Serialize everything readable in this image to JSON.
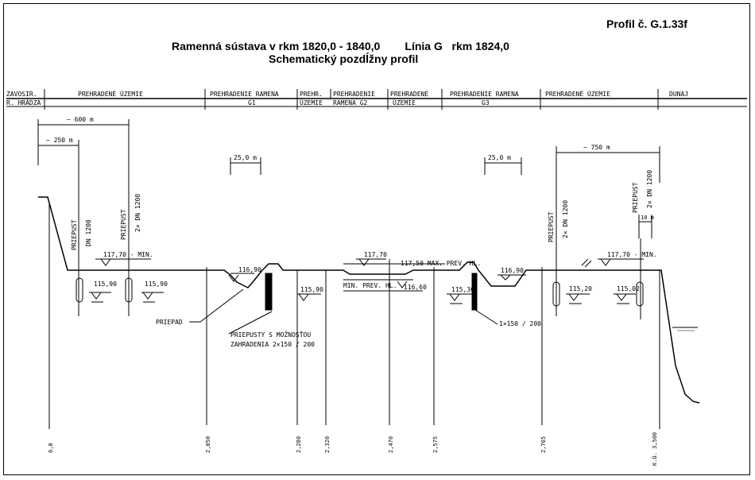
{
  "header": {
    "profile_id": "Profil č. G.1.33f",
    "title_line1": "Ramenná sústava v rkm 1820,0 - 1840,0        Línia G   rkm 1824,0",
    "title_line2": "Schematický pozdĺžny profil"
  },
  "band": {
    "top": [
      "ZAVOSIR.",
      "PREHRADENÉ ÚZEMIE",
      "PREHRADENIE RAMENA",
      "PREHR.",
      "PREHRADENIE",
      "PREHRADENÉ",
      "PREHRADENIE RAMENA",
      "PREHRADENÉ ÚZEMIE",
      "DUNAJ"
    ],
    "bottom": [
      "R. HRÁDZA",
      "G1",
      "ÚZEMIE",
      "RAMENA G2",
      "ÚZEMIE",
      "G3"
    ]
  },
  "dims": {
    "d600": "~ 600 m",
    "d250": "~ 250 m",
    "d25a": "25,0 m",
    "d25b": "25,0 m",
    "d750": "~ 750 m",
    "d10": "10 m"
  },
  "culverts": {
    "p1a": "PRIEPUST",
    "p1b": "DN 1200",
    "p2a": "PRIEPUST",
    "p2b": "2× DN 1200",
    "p3a": "PRIEPUST",
    "p3b": "2× DN 1200",
    "p4a": "PRIEPUST",
    "p4b": "2× DN 1200"
  },
  "levels": {
    "l1": "117,70 - MIN.",
    "l2": "115,90",
    "l3": "115,90",
    "l4": "116,90",
    "l5": "115,90",
    "l6": "117,70",
    "l7": "117,50 MAX. PREV. HL.",
    "l8": "MIN. PREV. HL.",
    "l9": "116,60",
    "l10": "116,90",
    "l11": "115,30",
    "l12": "115,20",
    "l13": "115,02",
    "l14": "117,70 - MIN."
  },
  "notes": {
    "priepad": "PRIEPAD",
    "priepusty1": "PRIEPUSTY S MOŽNOSŤOU",
    "priepusty2": "ZAHRADENIA 2×150 / 200",
    "pipe": "1×150 / 200"
  },
  "stations": {
    "s0": "0,0",
    "s1": "2,050",
    "s2": "2,280",
    "s3": "2,320",
    "s4": "2,470",
    "s5": "2,575",
    "s6": "2,765",
    "s7": "K.Ú. 3,500"
  }
}
